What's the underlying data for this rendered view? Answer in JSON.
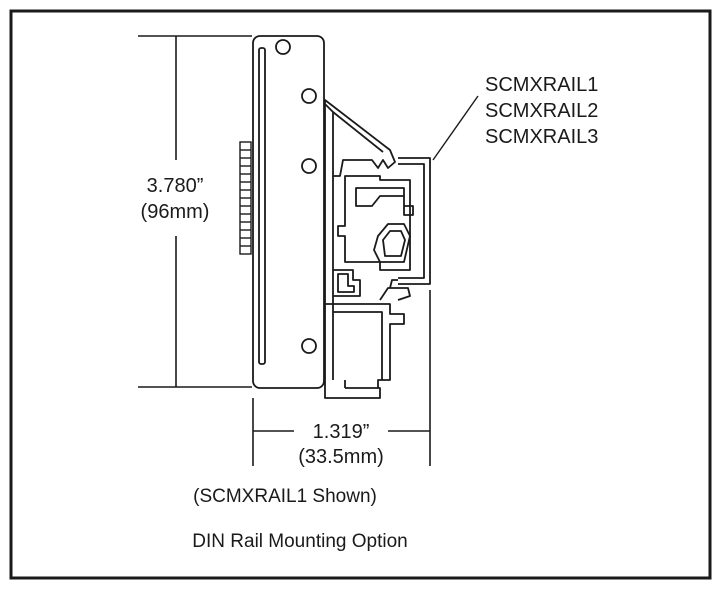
{
  "dimensions": {
    "height_inches": "3.780”",
    "height_mm": "(96mm)",
    "depth_inches": "1.319”",
    "depth_mm": "(33.5mm)"
  },
  "part_numbers": [
    "SCMXRAIL1",
    "SCMXRAIL2",
    "SCMXRAIL3"
  ],
  "caption": {
    "shown_note": "(SCMXRAIL1 Shown)",
    "title": "DIN Rail Mounting Option"
  }
}
